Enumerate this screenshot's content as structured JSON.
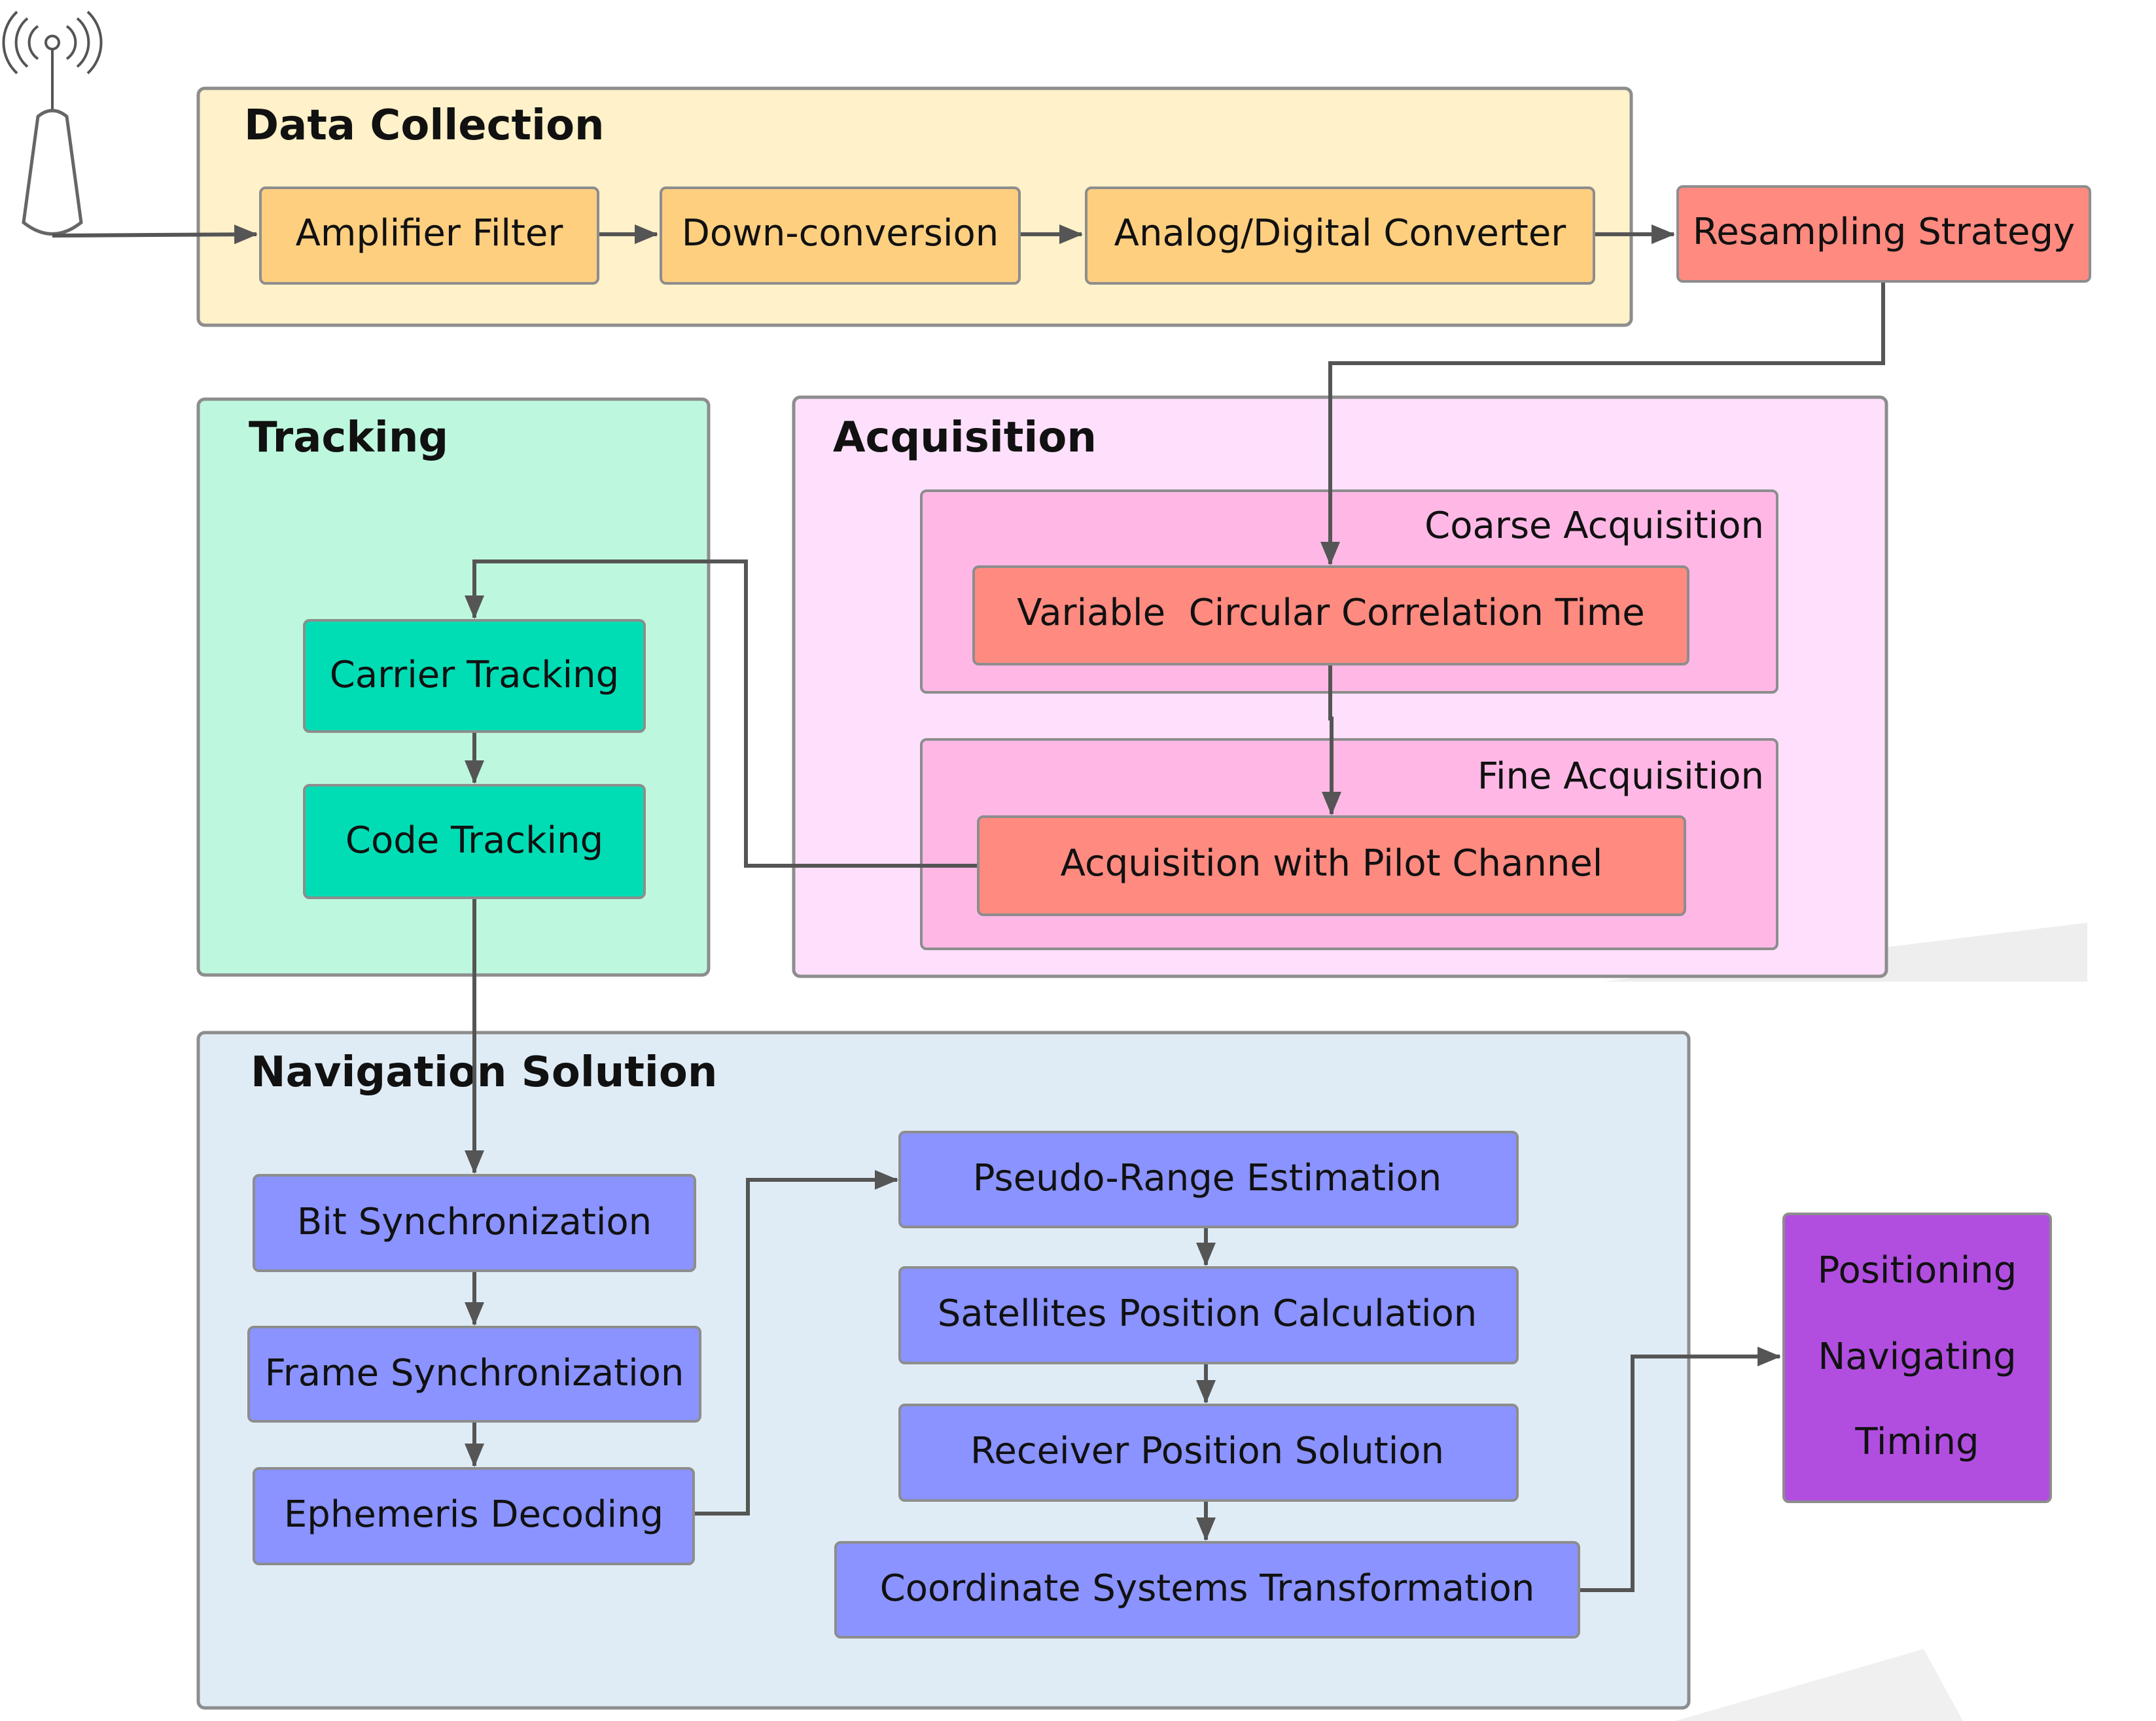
{
  "groups": {
    "data_collection": "Data Collection",
    "tracking": "Tracking",
    "acquisition": "Acquisition",
    "coarse_acquisition": "Coarse Acquisition",
    "fine_acquisition": "Fine Acquisition",
    "navigation_solution": "Navigation Solution"
  },
  "nodes": {
    "amplifier_filter": "Amplifier Filter",
    "down_conversion": "Down-conversion",
    "adc": "Analog/Digital Converter",
    "resampling": "Resampling Strategy",
    "variable_ccr": "Variable  Circular Correlation Time",
    "pilot_channel": "Acquisition with Pilot Channel",
    "carrier_tracking": "Carrier Tracking",
    "code_tracking": "Code Tracking",
    "bit_sync": "Bit Synchronization",
    "frame_sync": "Frame Synchronization",
    "ephemeris": "Ephemeris Decoding",
    "pseudo_range": "Pseudo-Range Estimation",
    "sat_position": "Satellites Position Calculation",
    "receiver_position": "Receiver Position Solution",
    "coord_transform": "Coordinate Systems Transformation",
    "pnt": [
      "Positioning",
      "Navigating",
      "Timing"
    ]
  },
  "icons": {
    "antenna": "antenna-icon"
  },
  "colors": {
    "data_collection_bg": "#FFF1C9",
    "data_node": "#FFCF80",
    "resampling": "#FF8A80",
    "tracking_bg": "#BDF8DE",
    "tracking_node": "#00DDB5",
    "acquisition_bg": "#FFE0FC",
    "acquisition_sub": "#FFB8E6",
    "acquisition_node": "#FF8A80",
    "navigation_bg": "#E0ECF5",
    "navigation_node": "#8A93FF",
    "pnt": "#B14EE0",
    "arrow": "#555555"
  }
}
